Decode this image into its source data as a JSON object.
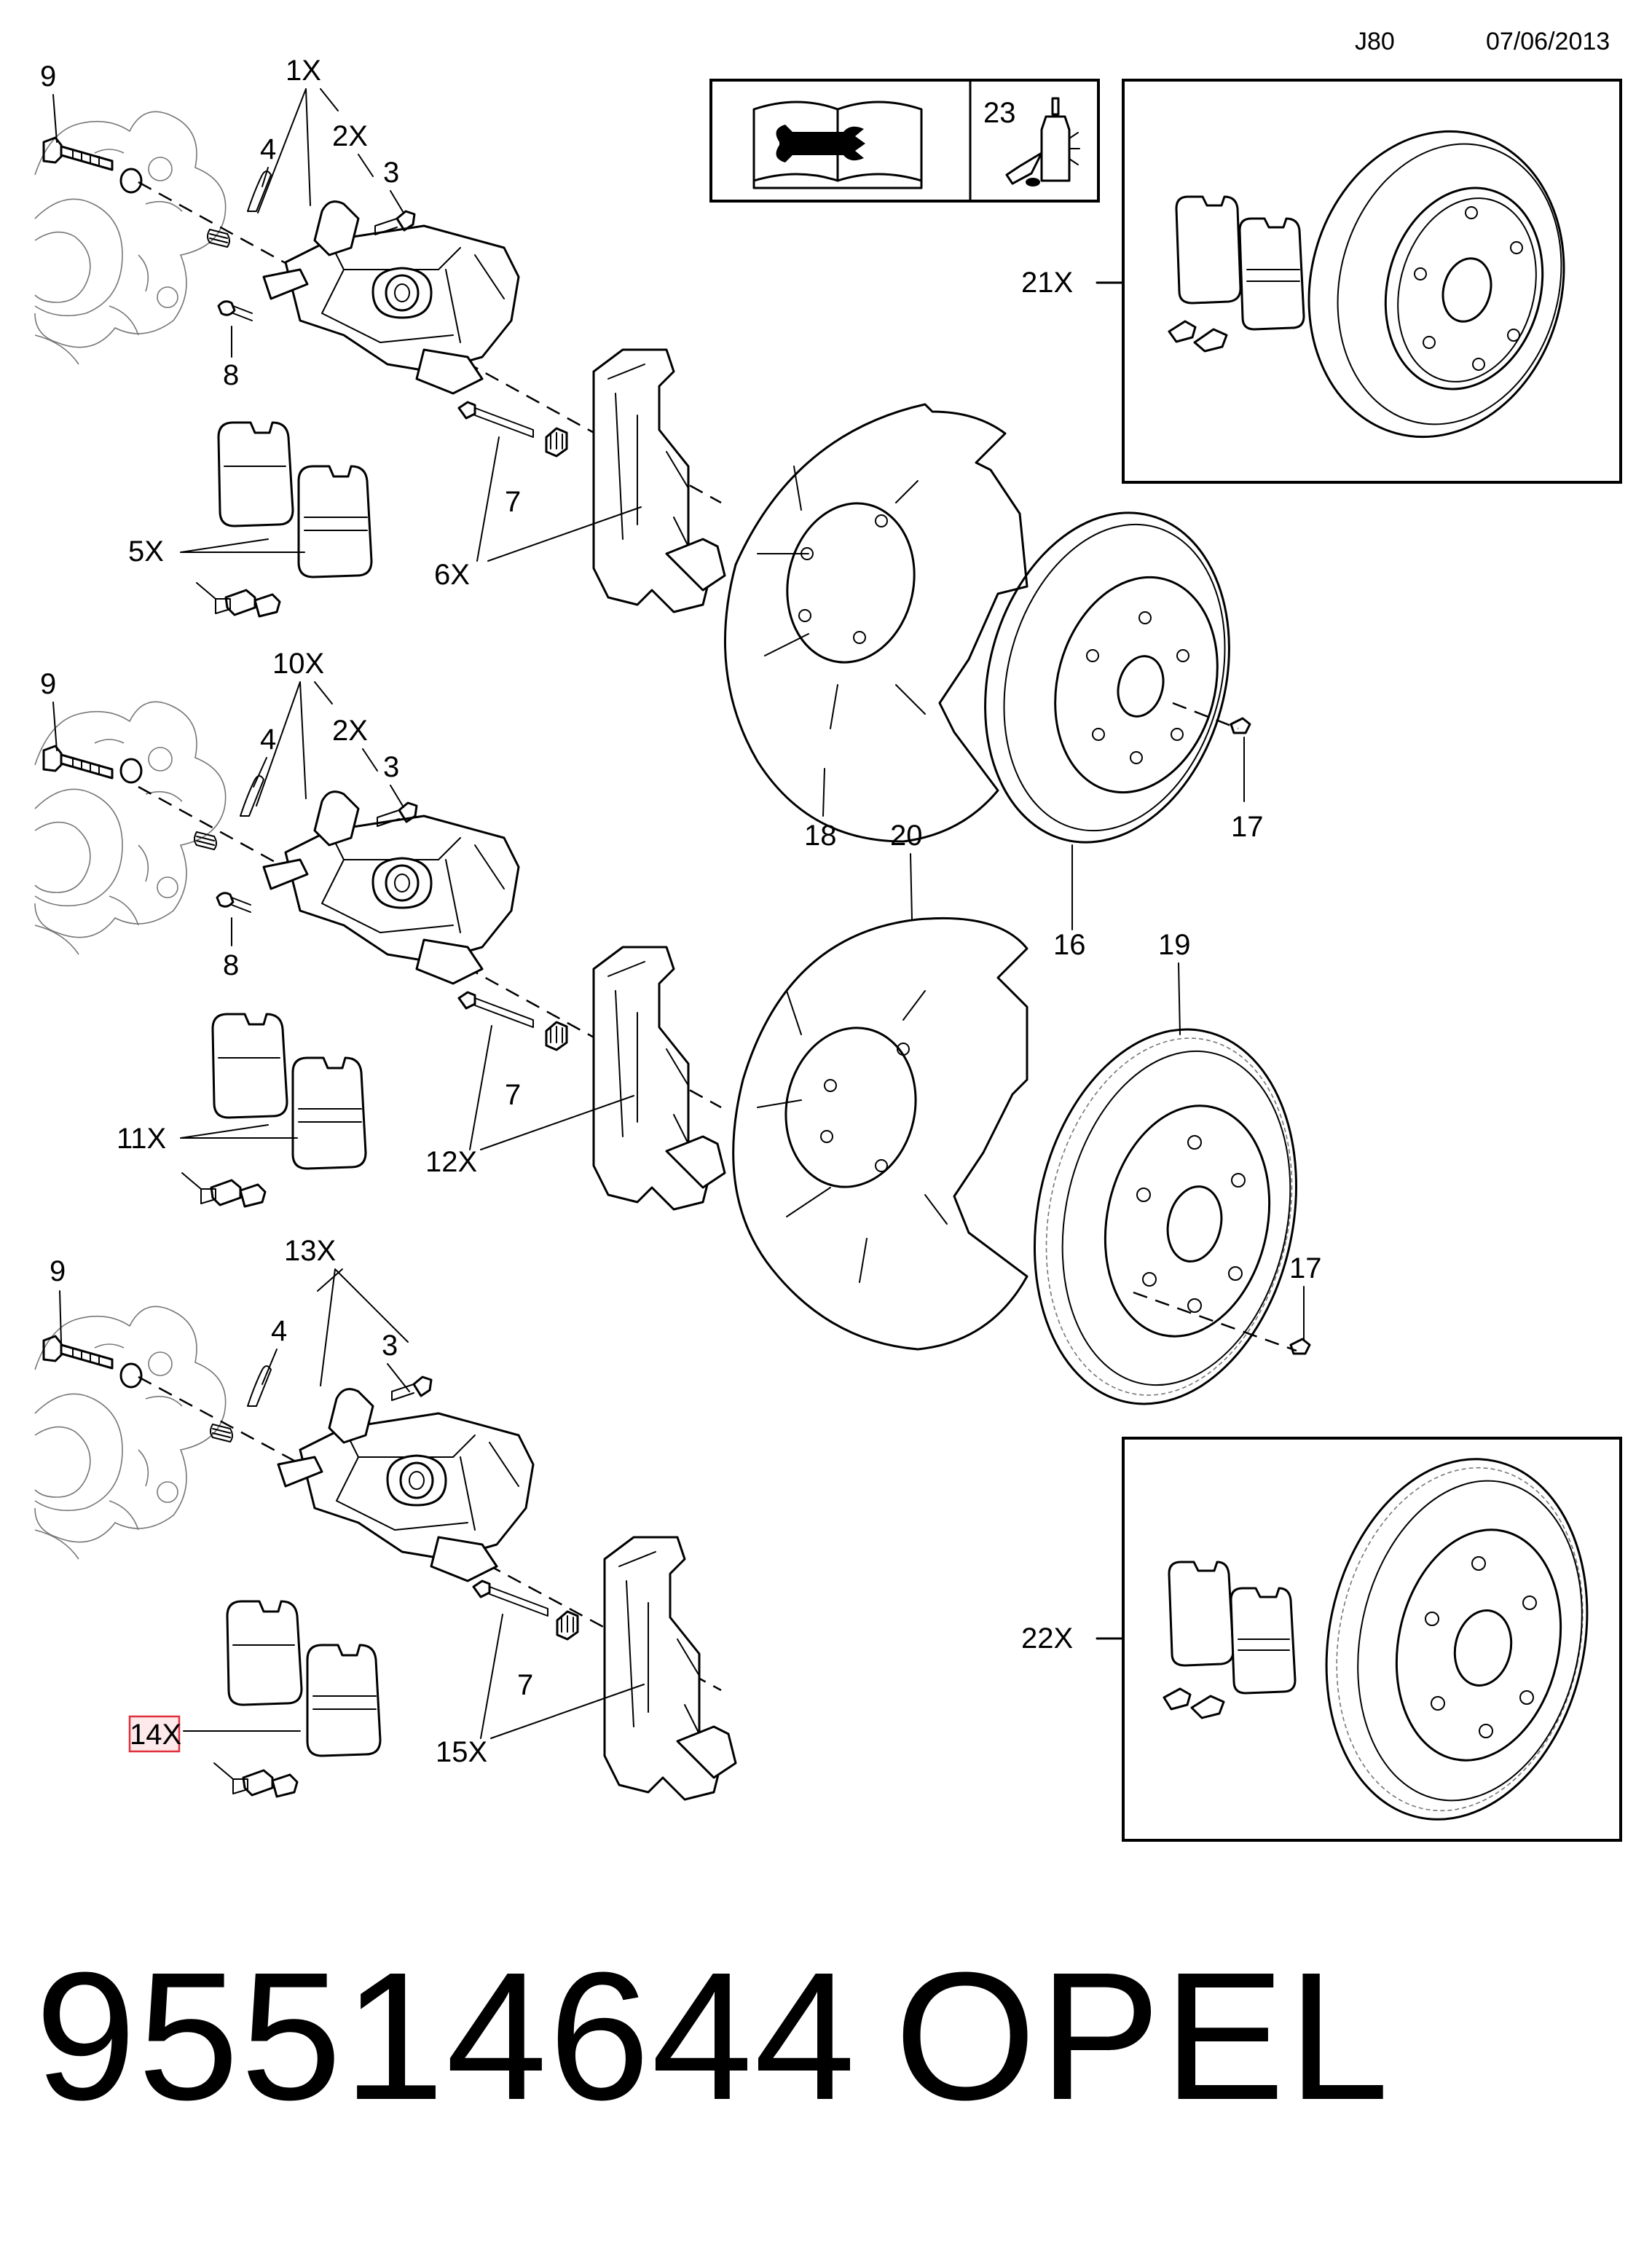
{
  "header": {
    "code": "J80",
    "date": "07/06/2013"
  },
  "callouts": {
    "c9a": "9",
    "c1x": "1X",
    "c4a": "4",
    "c2xa": "2X",
    "c3a": "3",
    "c8a": "8",
    "c5x": "5X",
    "c7a": "7",
    "c6x": "6X",
    "c9b": "9",
    "c10x": "10X",
    "c4b": "4",
    "c2xb": "2X",
    "c3b": "3",
    "c8b": "8",
    "c11x": "11X",
    "c7b": "7",
    "c12x": "12X",
    "c9c": "9",
    "c13x": "13X",
    "c4c": "4",
    "c3c": "3",
    "c14x": "14X",
    "c7c": "7",
    "c15x": "15X",
    "c23": "23",
    "c21x": "21X",
    "c22x": "22X",
    "c18": "18",
    "c20": "20",
    "c16": "16",
    "c17a": "17",
    "c19": "19",
    "c17b": "17"
  },
  "icons": [
    "service-manual-icon",
    "threadlock-bottle-icon"
  ],
  "highlight_color": "#e0303d",
  "footer": {
    "part_number": "95514644",
    "brand": "OPEL"
  }
}
